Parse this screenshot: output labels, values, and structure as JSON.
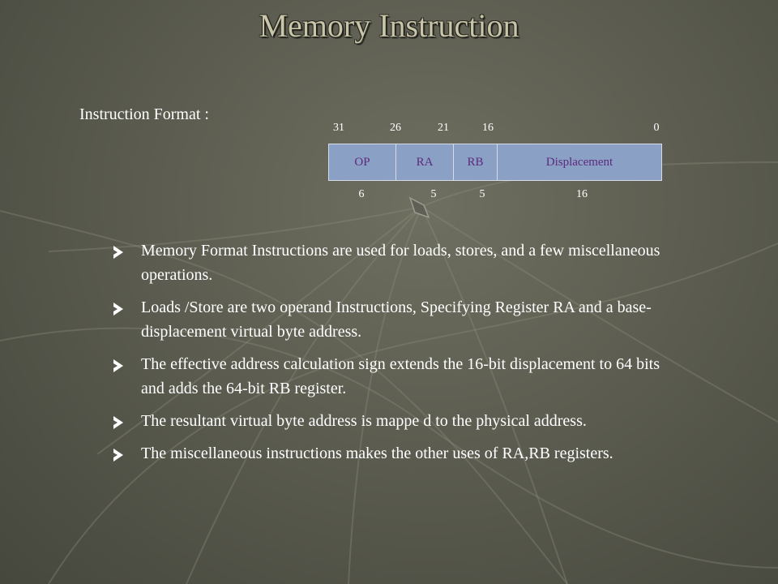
{
  "slide": {
    "title": "Memory Instruction",
    "subtitle": "Instruction Format :",
    "format": {
      "bit_positions": [
        "31",
        "26",
        "21",
        "16",
        "0"
      ],
      "fields": [
        "OP",
        "RA",
        "RB",
        "Displacement"
      ],
      "widths": [
        "6",
        "5",
        "5",
        "16"
      ]
    },
    "bullets": [
      "Memory Format Instructions are used for loads, stores, and a few miscellaneous operations.",
      "Loads /Store are two operand Instructions, Specifying Register RA and a base-displacement virtual byte address.",
      " The effective address calculation sign extends the 16-bit displacement to 64 bits and adds the 64-bit RB register.",
      " The resultant virtual byte address is mappe d to the physical address.",
      "The miscellaneous instructions makes the other uses of  RA,RB registers."
    ]
  }
}
